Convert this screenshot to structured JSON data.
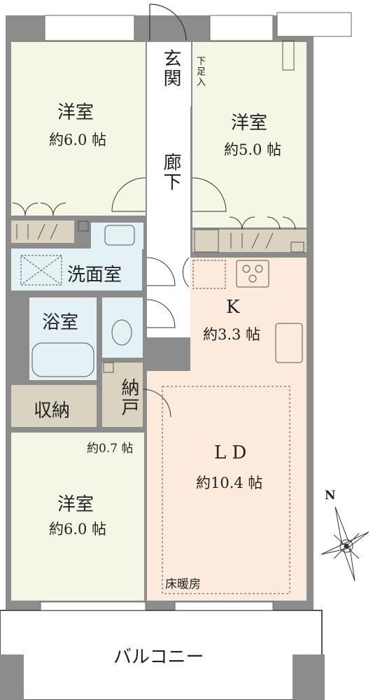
{
  "rooms": {
    "western_nw": {
      "name": "洋室",
      "size": "約6.0 帖"
    },
    "entrance": {
      "name": "玄関",
      "shoe": "下足入"
    },
    "western_ne": {
      "name": "洋室",
      "size": "約5.0 帖"
    },
    "corridor": {
      "name": "廊下"
    },
    "washroom": {
      "name": "洗面室"
    },
    "bath": {
      "name": "浴室"
    },
    "kitchen": {
      "name": "K",
      "size": "約3.3 帖"
    },
    "storage": {
      "name": "収納"
    },
    "closet": {
      "name": "納戸",
      "size": "約0.7 帖"
    },
    "living": {
      "name": "L D",
      "size": "約10.4 帖",
      "heating": "床暖房"
    },
    "western_sw": {
      "name": "洋室",
      "size": "約6.0 帖"
    },
    "balcony": {
      "name": "バルコニー"
    }
  },
  "compass": {
    "label": "N"
  },
  "colors": {
    "wall": "#8c8c8c",
    "western_room": "#f6f6e6",
    "wet_area": "#e4f1f5",
    "kitchen_living": "#fcebdc",
    "storage": "#d9d3c0",
    "corridor": "#ffffff"
  }
}
